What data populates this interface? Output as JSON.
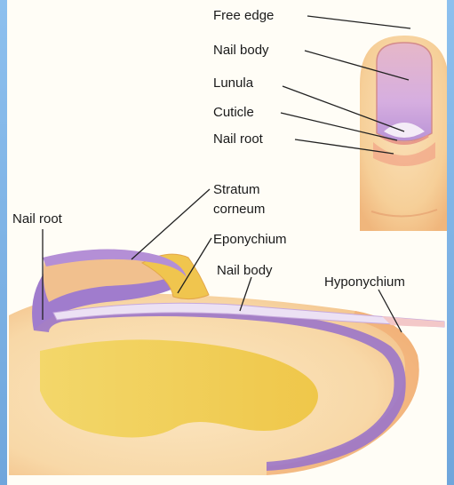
{
  "colors": {
    "frame": "#7fb3e6",
    "paper": "#fffdf6",
    "skin": "#f7d9ad",
    "skin_dark": "#ef9f6e",
    "nail": "#c9a5dc",
    "epidermis": "#9a73c8",
    "bone": "#f2d25c",
    "leader": "#222222"
  },
  "labels": {
    "free_edge": "Free edge",
    "nail_body_top": "Nail body",
    "lunula": "Lunula",
    "cuticle": "Cuticle",
    "nail_root_top": "Nail root",
    "stratum_line1": "Stratum",
    "stratum_line2": "corneum",
    "eponychium": "Eponychium",
    "nail_body_bottom": "Nail body",
    "hyponychium": "Hyponychium",
    "nail_root_left": "Nail root"
  }
}
